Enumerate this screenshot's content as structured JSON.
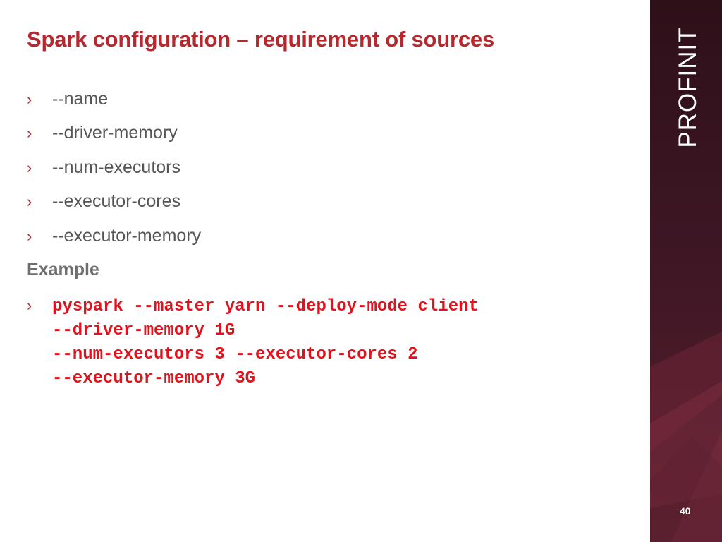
{
  "slide": {
    "title": "Spark configuration – requirement of sources",
    "bullets": [
      "--name",
      "--driver-memory",
      "--num-executors",
      "--executor-cores",
      "--executor-memory"
    ],
    "bullet_marker": "›",
    "example_heading": "Example",
    "example_code": "pyspark --master yarn --deploy-mode client\n--driver-memory 1G\n--num-executors 3 --executor-cores 2\n--executor-memory 3G"
  },
  "sidebar": {
    "brand": "PROFINIT",
    "page_number": "40"
  },
  "colors": {
    "accent": "#b5282e",
    "code": "#e3111b",
    "bullet_text": "#555555",
    "sidebar_background": "#3c1624"
  }
}
